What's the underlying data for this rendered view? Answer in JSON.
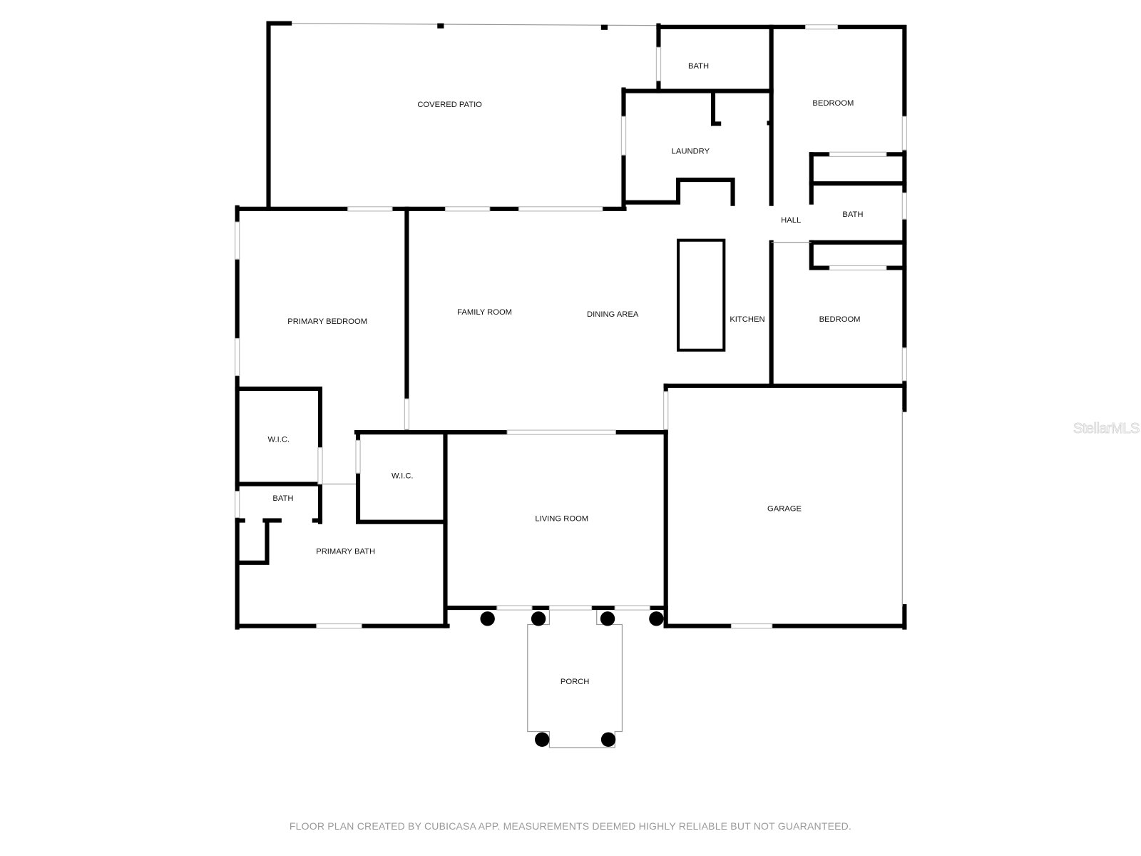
{
  "rooms": {
    "covered_patio": "COVERED PATIO",
    "bath_top": "BATH",
    "bedroom_top": "BEDROOM",
    "laundry": "LAUNDRY",
    "hall": "HALL",
    "bath_hall": "BATH",
    "primary_bedroom": "PRIMARY BEDROOM",
    "family_room": "FAMILY ROOM",
    "dining_area": "DINING AREA",
    "kitchen": "KITCHEN",
    "bedroom_right": "BEDROOM",
    "wic_left": "W.I.C.",
    "wic_right": "W.I.C.",
    "bath_small": "BATH",
    "primary_bath": "PRIMARY BATH",
    "living_room": "LIVING ROOM",
    "garage": "GARAGE",
    "porch": "PORCH"
  },
  "watermark": "StellarMLS",
  "disclaimer": "FLOOR PLAN CREATED BY CUBICASA APP. MEASUREMENTS DEEMED HIGHLY RELIABLE BUT NOT GUARANTEED."
}
